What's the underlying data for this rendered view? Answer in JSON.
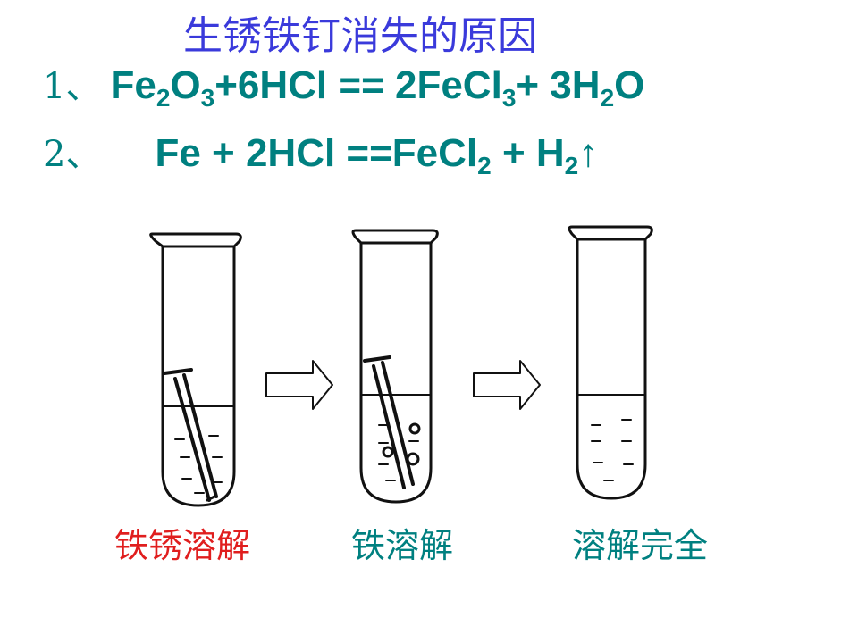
{
  "title": "生锈铁钉消失的原因",
  "equations": [
    {
      "number": "1",
      "separator": "、",
      "parts": [
        {
          "t": "Fe"
        },
        {
          "s": "2"
        },
        {
          "t": "O"
        },
        {
          "s": "3"
        },
        {
          "t": "+6HCl == 2FeCl"
        },
        {
          "s": "3"
        },
        {
          "t": "+ 3H"
        },
        {
          "s": "2"
        },
        {
          "t": "O"
        }
      ]
    },
    {
      "number": "2",
      "separator": "、",
      "parts": [
        {
          "t": "Fe + 2HCl ==FeCl"
        },
        {
          "s": "2"
        },
        {
          "t": " + H"
        },
        {
          "s": "2"
        },
        {
          "t": "↑"
        }
      ]
    }
  ],
  "captions": [
    {
      "text": "铁锈溶解",
      "color": "#e01e1e"
    },
    {
      "text": "铁溶解",
      "color": "#008080"
    },
    {
      "text": "溶解完全",
      "color": "#008080"
    }
  ],
  "colors": {
    "title": "#3a3adb",
    "equation": "#008080",
    "drawing": "#111111"
  }
}
